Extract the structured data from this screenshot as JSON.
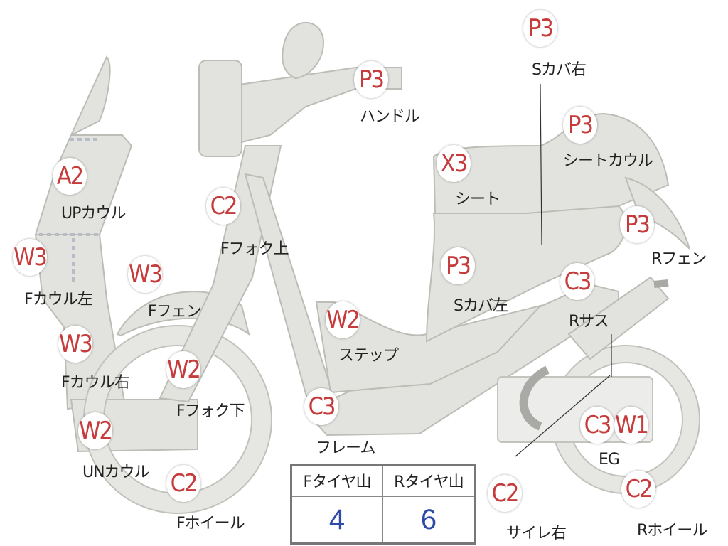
{
  "parts": [
    {
      "id": "up-cowl",
      "code": "A2",
      "label": "UPカウル"
    },
    {
      "id": "f-cowl-left",
      "code": "W3",
      "label": "Fカウル左"
    },
    {
      "id": "f-cowl-right",
      "code": "W3",
      "label": "Fカウル右"
    },
    {
      "id": "un-cowl",
      "code": "W2",
      "label": "UNカウル"
    },
    {
      "id": "f-wheel",
      "code": "C2",
      "label": "Fホイール"
    },
    {
      "id": "f-fender",
      "code": "W3",
      "label": "Fフェン"
    },
    {
      "id": "f-fork-lower",
      "code": "W2",
      "label": "Fフォク下"
    },
    {
      "id": "f-fork-upper",
      "code": "C2",
      "label": "Fフォク上"
    },
    {
      "id": "handle",
      "code": "P3",
      "label": "ハンドル"
    },
    {
      "id": "step",
      "code": "W2",
      "label": "ステップ"
    },
    {
      "id": "frame",
      "code": "C3",
      "label": "フレーム"
    },
    {
      "id": "side-cover-left",
      "code": "P3",
      "label": "Sカバ左"
    },
    {
      "id": "seat",
      "code": "X3",
      "label": "シート"
    },
    {
      "id": "side-cover-right",
      "code": "P3",
      "label": "Sカバ右"
    },
    {
      "id": "seat-cowl",
      "code": "P3",
      "label": "シートカウル"
    },
    {
      "id": "r-fender",
      "code": "P3",
      "label": "Rフェン"
    },
    {
      "id": "r-suspension",
      "code": "C3",
      "label": "Rサス"
    },
    {
      "id": "engine",
      "code": "C3",
      "code2": "W1",
      "label": "EG"
    },
    {
      "id": "muffler-right",
      "code": "C2",
      "label": "サイレ右"
    },
    {
      "id": "r-wheel",
      "code": "C2",
      "label": "Rホイール"
    }
  ],
  "tire_table": {
    "headers": [
      "Fタイヤ山",
      "Rタイヤ山"
    ],
    "values": [
      "4",
      "6"
    ]
  }
}
